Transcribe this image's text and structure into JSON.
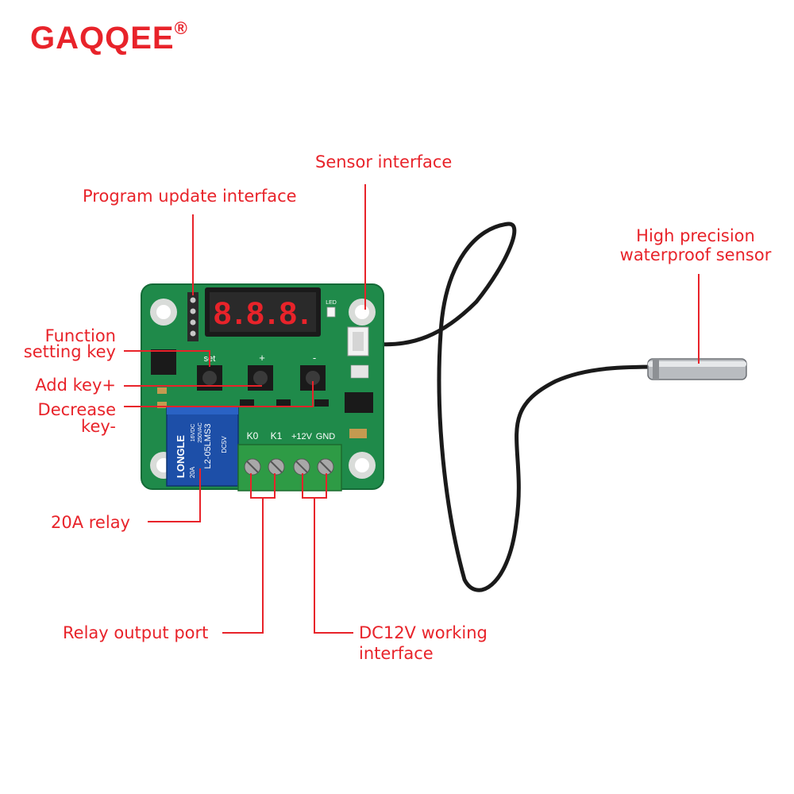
{
  "brand": {
    "name": "GAQQEE",
    "reg_mark": "®"
  },
  "colors": {
    "annotation": "#e8232a",
    "pcb_green": "#1f8a4a",
    "relay_blue": "#1d4fa8",
    "terminal_green": "#2e9b45",
    "display_red": "#e8232a"
  },
  "labels": {
    "sensor_interface": "Sensor interface",
    "program_update": "Program update interface",
    "high_precision_1": "High precision",
    "high_precision_2": "waterproof sensor",
    "function_key_1": "Function",
    "function_key_2": "setting key",
    "add_key": "Add key+",
    "decrease_key_1": "Decrease",
    "decrease_key_2": "key-",
    "relay": "20A relay",
    "relay_output": "Relay output port",
    "dc12v_1": "DC12V working",
    "dc12v_2": "interface"
  },
  "board": {
    "display_digits": "8.8.8.",
    "key_set": "set",
    "key_plus": "+",
    "key_minus": "-",
    "led": "LED",
    "term_k0": "K0",
    "term_k1": "K1",
    "term_12v": "+12V",
    "term_gnd": "GND",
    "relay_brand": "LONGLE",
    "relay_model": "L2-05LMS3",
    "relay_20a": "20A",
    "relay_v1": "16VDC",
    "relay_v2": "250VAC",
    "relay_spec": "DC5V"
  }
}
